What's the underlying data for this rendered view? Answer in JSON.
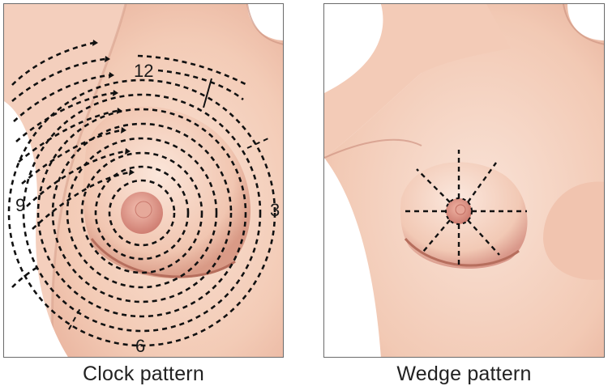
{
  "panels": [
    {
      "caption": "Clock pattern",
      "labels": {
        "twelve": "12",
        "three": "3",
        "six": "6",
        "nine": "9"
      }
    },
    {
      "caption": "Wedge pattern"
    }
  ],
  "colors": {
    "skin_light": "#f8dccd",
    "skin_mid": "#f0c3ad",
    "skin_shadow": "#d9998a",
    "areola": "#e9a596",
    "areola_dark": "#cf7e72",
    "dashes": "#111111",
    "border": "#6b6b6b"
  }
}
